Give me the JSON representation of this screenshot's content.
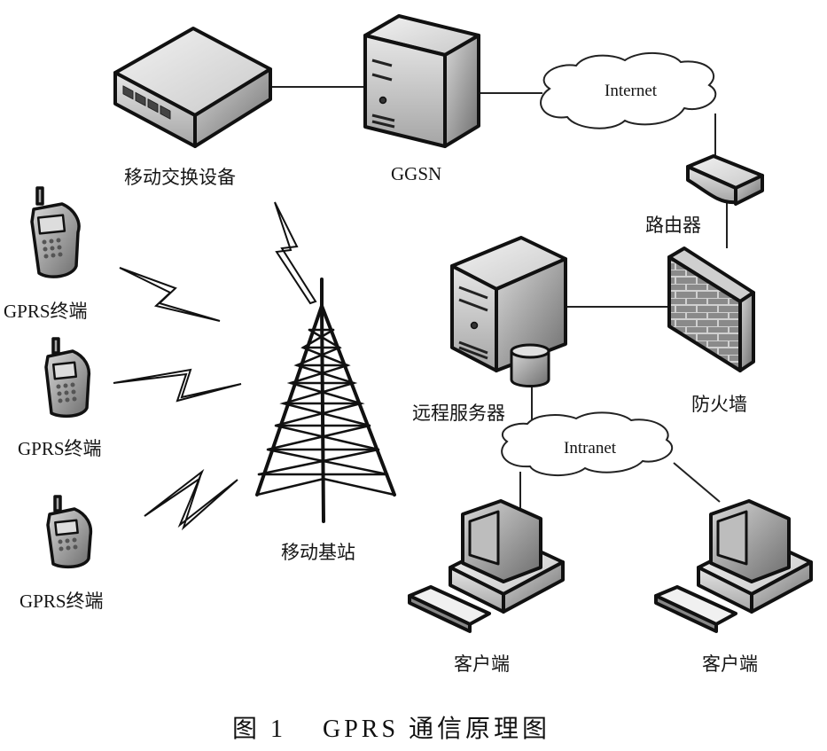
{
  "diagram": {
    "nodes": {
      "switch": {
        "label": "移动交换设备",
        "icon": "switch-equipment-icon"
      },
      "ggsn": {
        "label": "GGSN",
        "icon": "server-tower-icon"
      },
      "internet": {
        "label": "Internet",
        "icon": "cloud-icon"
      },
      "router": {
        "label": "路由器",
        "icon": "router-icon"
      },
      "firewall": {
        "label": "防火墙",
        "icon": "firewall-icon"
      },
      "remote_server": {
        "label": "远程服务器",
        "icon": "server-with-database-icon"
      },
      "intranet": {
        "label": "Intranet",
        "icon": "cloud-icon"
      },
      "client1": {
        "label": "客户端",
        "icon": "desktop-computer-icon"
      },
      "client2": {
        "label": "客户端",
        "icon": "desktop-computer-icon"
      },
      "base_station": {
        "label": "移动基站",
        "icon": "cell-tower-icon"
      },
      "terminal1": {
        "label": "GPRS终端",
        "icon": "mobile-phone-icon"
      },
      "terminal2": {
        "label": "GPRS终端",
        "icon": "mobile-phone-icon"
      },
      "terminal3": {
        "label": "GPRS终端",
        "icon": "mobile-phone-icon"
      }
    },
    "links": [
      {
        "from": "switch",
        "to": "ggsn",
        "type": "wired"
      },
      {
        "from": "ggsn",
        "to": "internet",
        "type": "wired"
      },
      {
        "from": "internet",
        "to": "router",
        "type": "wired"
      },
      {
        "from": "router",
        "to": "firewall",
        "type": "wired"
      },
      {
        "from": "firewall",
        "to": "remote_server",
        "type": "wired"
      },
      {
        "from": "remote_server",
        "to": "intranet",
        "type": "wired"
      },
      {
        "from": "intranet",
        "to": "client1",
        "type": "wired"
      },
      {
        "from": "intranet",
        "to": "client2",
        "type": "wired"
      },
      {
        "from": "base_station",
        "to": "switch",
        "type": "wireless"
      },
      {
        "from": "terminal1",
        "to": "base_station",
        "type": "wireless"
      },
      {
        "from": "terminal2",
        "to": "base_station",
        "type": "wireless"
      },
      {
        "from": "terminal3",
        "to": "base_station",
        "type": "wireless"
      }
    ]
  },
  "caption": {
    "figure_number": "图 1",
    "title": "GPRS 通信原理图"
  }
}
